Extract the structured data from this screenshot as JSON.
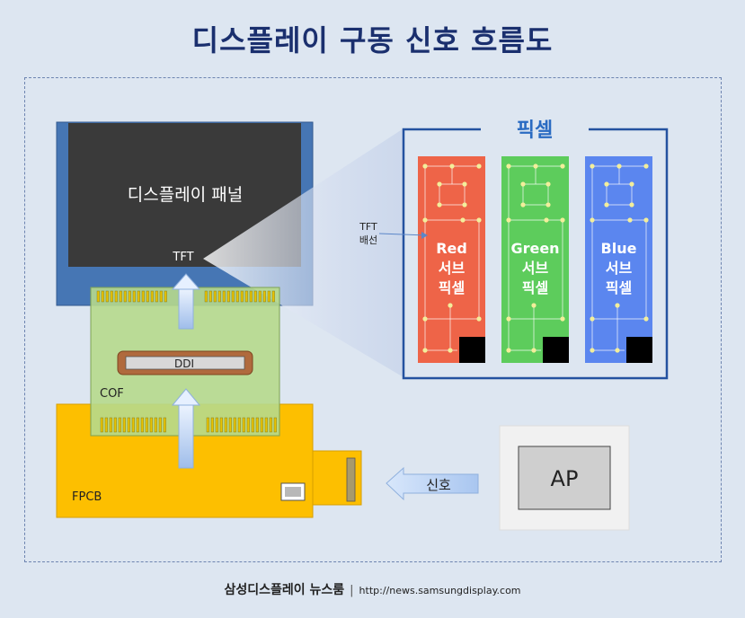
{
  "title": "디스플레이 구동 신호 흐름도",
  "panel": {
    "label": "디스플레이 패널",
    "tft": "TFT"
  },
  "cof": {
    "label": "COF",
    "chip": "DDI"
  },
  "fpcb": {
    "label": "FPCB"
  },
  "pixel": {
    "heading": "픽셀",
    "wiring_label_1": "TFT",
    "wiring_label_2": "배선",
    "subpixels": [
      {
        "line1": "Red",
        "line2": "서브",
        "line3": "픽셀",
        "color": "#ee6448"
      },
      {
        "line1": "Green",
        "line2": "서브",
        "line3": "픽셀",
        "color": "#5dcc5c"
      },
      {
        "line1": "Blue",
        "line2": "서브",
        "line3": "픽셀",
        "color": "#5b86ef"
      }
    ]
  },
  "signal": {
    "label": "신호"
  },
  "ap": {
    "label": "AP"
  },
  "footer": {
    "brand": "삼성디스플레이 뉴스룸",
    "separator": "|",
    "url": "http://news.samsungdisplay.com"
  }
}
